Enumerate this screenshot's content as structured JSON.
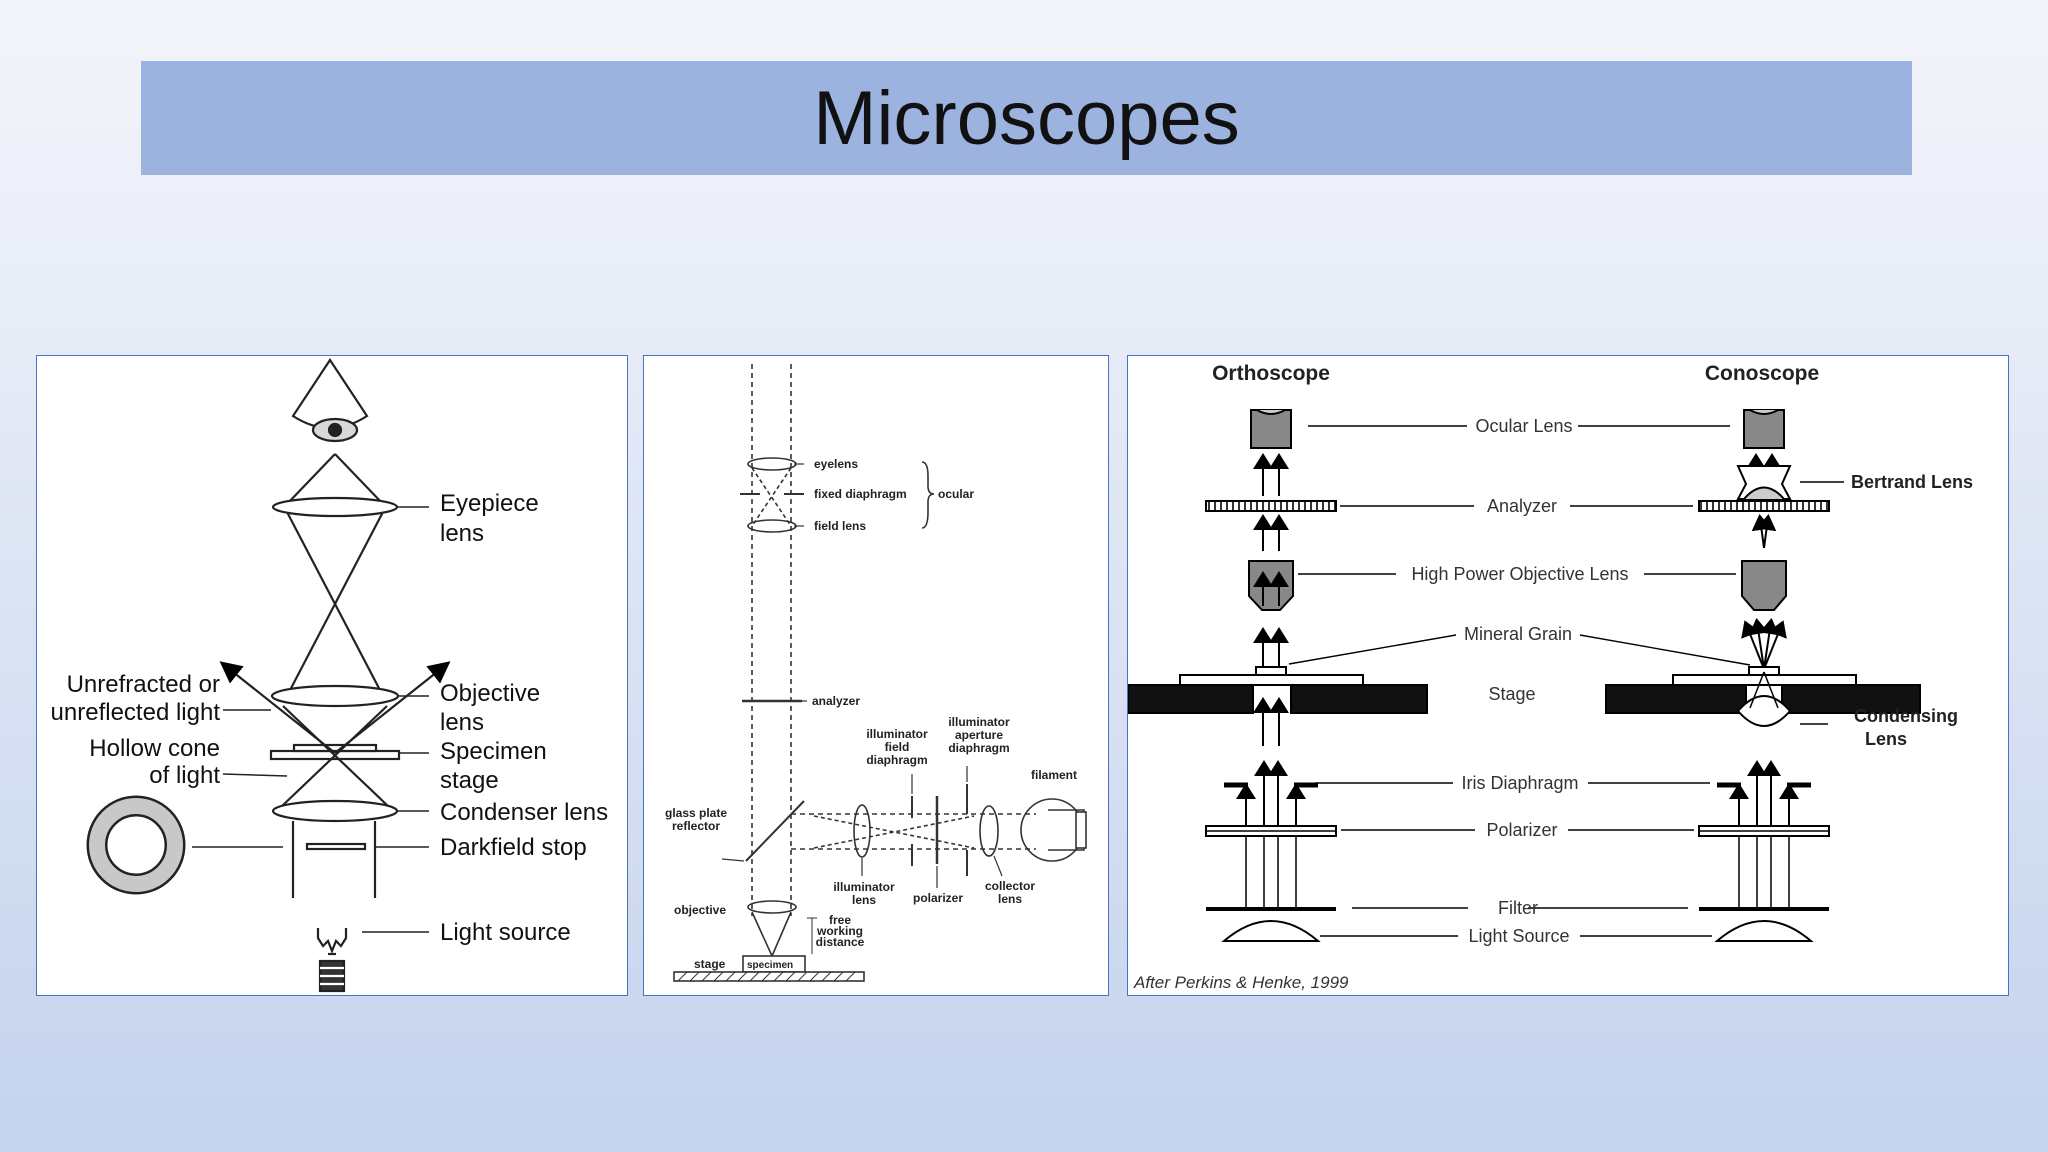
{
  "slide": {
    "title": "Microscopes"
  },
  "panel_brightfield": {
    "labels": {
      "eyepiece": [
        "Eyepiece",
        "lens"
      ],
      "unrefracted": [
        "Unrefracted or",
        "unreflected light"
      ],
      "hollow_cone": [
        "Hollow cone",
        "of light"
      ],
      "objective": [
        "Objective",
        "lens"
      ],
      "specimen": [
        "Specimen",
        "stage"
      ],
      "condenser": "Condenser lens",
      "darkfield": "Darkfield stop",
      "light_source": "Light source"
    }
  },
  "panel_reflected": {
    "labels": {
      "eyelens": "eyelens",
      "fixed_diaphragm": "fixed diaphragm",
      "field_lens": "field lens",
      "ocular": "ocular",
      "analyzer": "analyzer",
      "illuminator_field_diaphragm": [
        "illuminator",
        "field",
        "diaphragm"
      ],
      "illuminator_aperture_diaphragm": [
        "illuminator",
        "aperture",
        "diaphragm"
      ],
      "filament": "filament",
      "glass_plate_reflector": [
        "glass plate",
        "reflector"
      ],
      "illuminator_lens": [
        "illuminator",
        "lens"
      ],
      "polarizer": "polarizer",
      "collector_lens": [
        "collector",
        "lens"
      ],
      "objective": "objective",
      "free_working_distance": [
        "free",
        "working",
        "distance"
      ],
      "stage": "stage",
      "specimen": "specimen"
    }
  },
  "panel_ortho_cono": {
    "headers": {
      "left": "Orthoscope",
      "right": "Conoscope"
    },
    "labels": {
      "ocular_lens": "Ocular Lens",
      "bertrand_lens": "Bertrand Lens",
      "analyzer": "Analyzer",
      "high_power_objective": "High Power Objective Lens",
      "mineral_grain": "Mineral Grain",
      "stage": "Stage",
      "condensing_lens": [
        "Condensing",
        "Lens"
      ],
      "iris_diaphragm": "Iris Diaphragm",
      "polarizer": "Polarizer",
      "filter": "Filter",
      "light_source": "Light Source"
    },
    "credit": "After Perkins & Henke, 1999"
  }
}
